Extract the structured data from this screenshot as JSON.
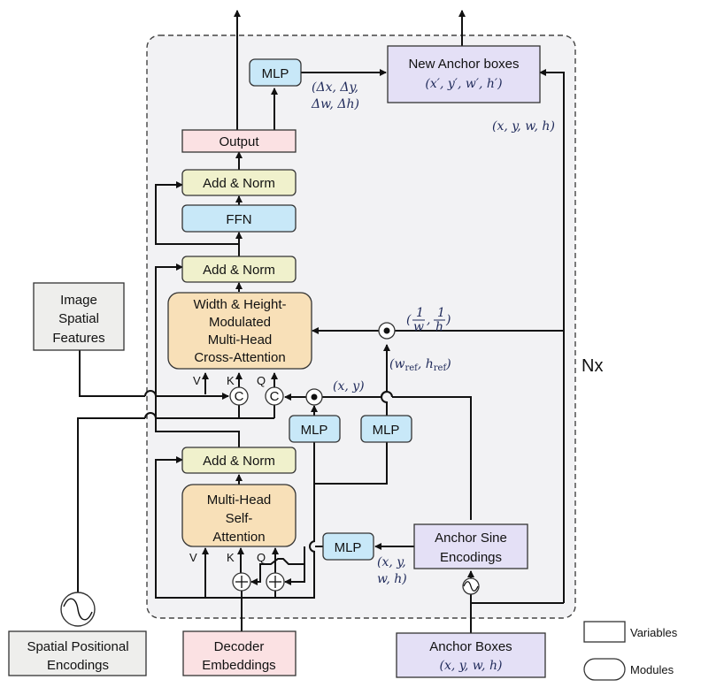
{
  "diagram": {
    "repeat_label": "Nx",
    "colors": {
      "container_bg": "#f2f2f4",
      "add_norm": "#f0f1cc",
      "ffn_mlp": "#c8e8f8",
      "attention": "#f8e0b8",
      "output": "#fbe1e3",
      "anchor": "#e4e0f6",
      "spatial": "#eeeeec",
      "decoder": "#fbe1e3"
    },
    "modules": {
      "mlp_top": "MLP",
      "output": "Output",
      "add_norm_top": "Add & Norm",
      "ffn": "FFN",
      "add_norm_mid": "Add & Norm",
      "cross_attention": [
        "Width & Height-",
        "Modulated",
        "Multi-Head",
        "Cross-Attention"
      ],
      "add_norm_bottom": "Add & Norm",
      "self_attention": [
        "Multi-Head",
        "Self-",
        "Attention"
      ],
      "mlp_xy": "MLP",
      "mlp_ref": "MLP",
      "mlp_pos": "MLP",
      "new_anchor_boxes": [
        "New Anchor boxes",
        "(x′, y′, w′, h′)"
      ],
      "anchor_sine": [
        "Anchor Sine",
        "Encodings"
      ]
    },
    "inputs": {
      "image_spatial_features": [
        "Image",
        "Spatial",
        "Features"
      ],
      "spatial_positional_encodings": [
        "Spatial Positional",
        "Encodings"
      ],
      "decoder_embeddings": [
        "Decoder",
        "Embeddings"
      ],
      "anchor_boxes": [
        "Anchor Boxes",
        "(x, y, w, h)"
      ]
    },
    "annotations": {
      "delta": [
        "(Δx, Δy,",
        "Δw, Δh)"
      ],
      "xywh_right": "(x, y, w, h)",
      "inv_wh_num": "1",
      "inv_wh": "(—, —)",
      "inv_w": "w",
      "inv_h": "h",
      "wh_ref": "(w_ref, h_ref)",
      "wh_ref_w": "(w",
      "wh_ref_wsub": "ref",
      "wh_ref_h": ", h",
      "wh_ref_hsub": "ref",
      "wh_ref_close": ")",
      "xy": "(x, y)",
      "xywh_mlp": [
        "(x, y,",
        "w, h)"
      ]
    },
    "ports": {
      "cross": {
        "v": "V",
        "k": "K",
        "q": "Q"
      },
      "self": {
        "v": "V",
        "k": "K",
        "q": "Q"
      }
    },
    "operators": {
      "concat": "C",
      "add": "+",
      "multiply": "⊙",
      "sine": "~"
    },
    "legend": {
      "variables": "Variables",
      "modules": "Modules"
    }
  }
}
